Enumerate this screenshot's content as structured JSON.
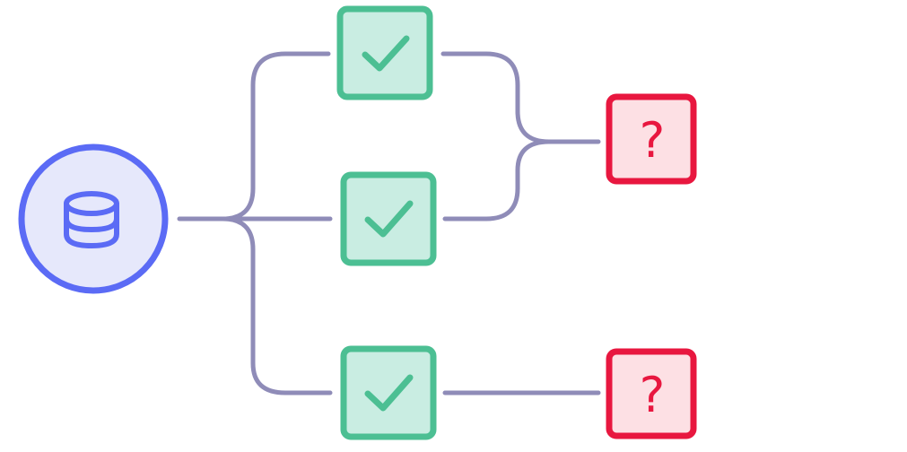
{
  "diagram": {
    "nodes": {
      "source": {
        "icon": "database-icon",
        "kind": "source"
      },
      "checks": [
        {
          "icon": "checkmark-icon",
          "status": "passed"
        },
        {
          "icon": "checkmark-icon",
          "status": "passed"
        },
        {
          "icon": "checkmark-icon",
          "status": "passed"
        }
      ],
      "unknowns": [
        {
          "icon": "question-icon",
          "text": "?"
        },
        {
          "icon": "question-icon",
          "text": "?"
        }
      ]
    },
    "colors": {
      "source_fill": "#E6E8FB",
      "source_stroke": "#5B6BF5",
      "check_fill": "#C9EDE2",
      "check_stroke": "#4CBF93",
      "unknown_fill": "#FDE0E4",
      "unknown_stroke": "#E8173F",
      "connector": "#8F8CB8"
    }
  }
}
